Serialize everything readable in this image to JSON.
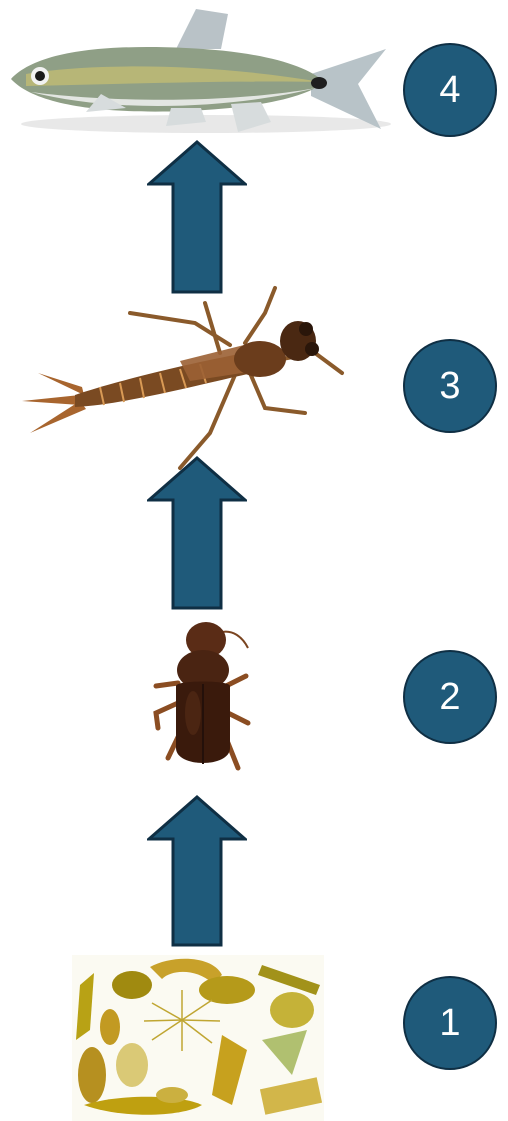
{
  "colors": {
    "badge_fill": "#1f5a7a",
    "badge_border": "#0f2f44",
    "arrow_fill": "#1f5a7a",
    "arrow_border": "#0f2f44"
  },
  "levels": [
    {
      "number": "1",
      "organism": "diatoms-picture"
    },
    {
      "number": "2",
      "organism": "beetle-picture"
    },
    {
      "number": "3",
      "organism": "damselfly-nymph-picture"
    },
    {
      "number": "4",
      "organism": "minnow-fish-picture"
    }
  ]
}
